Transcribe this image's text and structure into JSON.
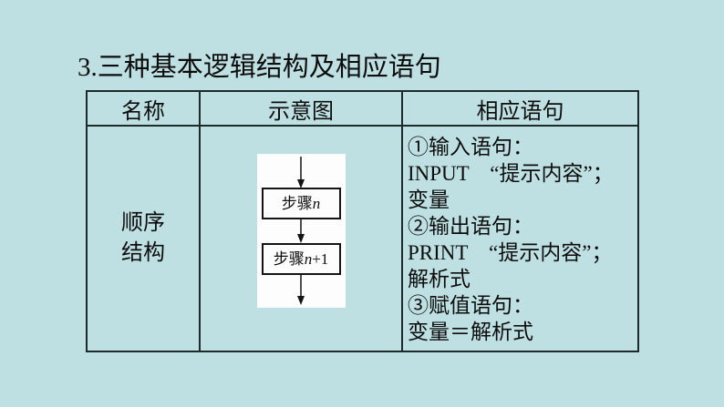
{
  "page": {
    "background_color": "#bfe0e2",
    "title": "3.三种基本逻辑结构及相应语句"
  },
  "table": {
    "border_color": "#1e2a29",
    "headers": {
      "name": "名称",
      "diagram": "示意图",
      "statements": "相应语句"
    },
    "row": {
      "name_lines": [
        "顺序",
        "结构"
      ],
      "statements": [
        "①输入语句：",
        "INPUT　“提示内容”；",
        "变量",
        "②输出语句：",
        "PRINT　“提示内容”；",
        "解析式",
        "③赋值语句：",
        "变量＝解析式"
      ]
    },
    "diagram": {
      "background": "#fdfdfd",
      "box1_label": "步骤",
      "box1_var": "n",
      "box1_suffix": "",
      "box2_label": "步骤",
      "box2_var": "n",
      "box2_suffix": "+1"
    }
  }
}
